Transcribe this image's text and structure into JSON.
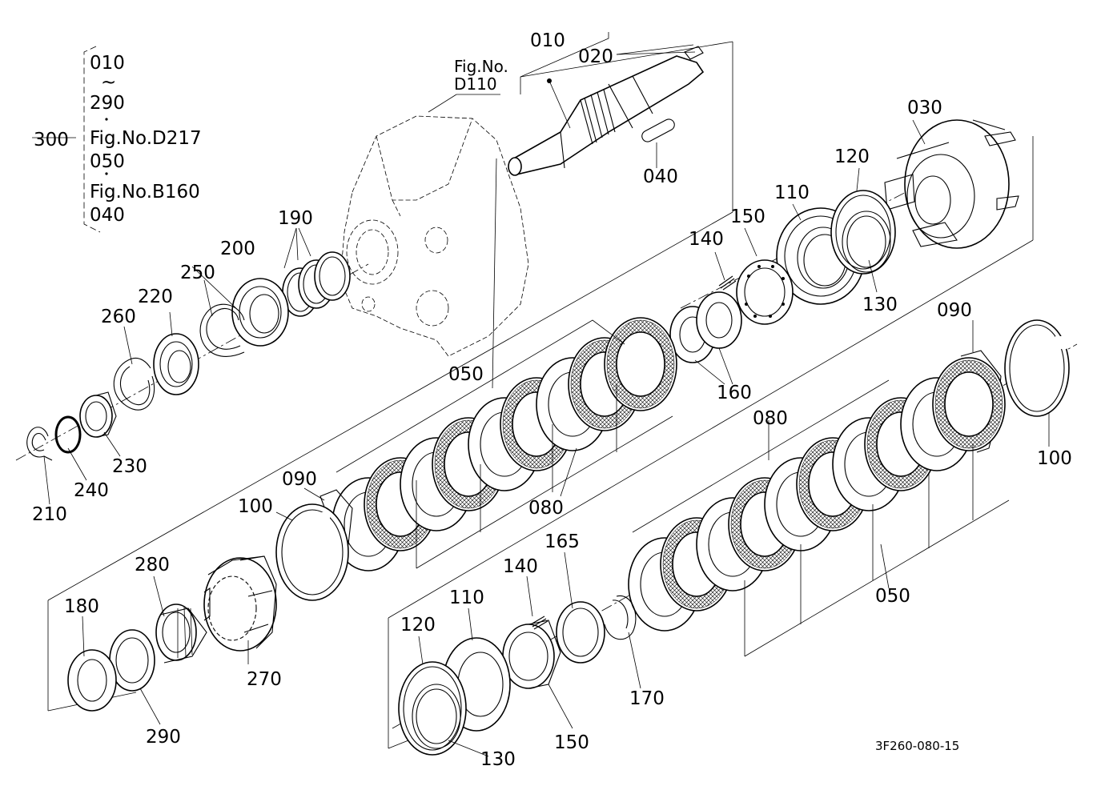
{
  "labels": {
    "p010": "010",
    "p020": "020",
    "p030": "030",
    "p040": "040",
    "p050": "050",
    "p080": "080",
    "p090": "090",
    "p100": "100",
    "p110": "110",
    "p120": "120",
    "p130": "130",
    "p140": "140",
    "p150": "150",
    "p160": "160",
    "p165": "165",
    "p170": "170",
    "p180": "180",
    "p190": "190",
    "p200": "200",
    "p210": "210",
    "p220": "220",
    "p230": "230",
    "p240": "240",
    "p250": "250",
    "p260": "260",
    "p270": "270",
    "p280": "280",
    "p290": "290",
    "p300": "300"
  },
  "legend": {
    "l1": "010",
    "tilde": "~",
    "l2": "290",
    "l3": "Fig.No.D217",
    "l4": "050",
    "l5": "Fig.No.B160",
    "l6": "040"
  },
  "fig_ref": {
    "line1": "Fig.No.",
    "line2": "D110"
  },
  "drawing_code": "3F260-080-15"
}
